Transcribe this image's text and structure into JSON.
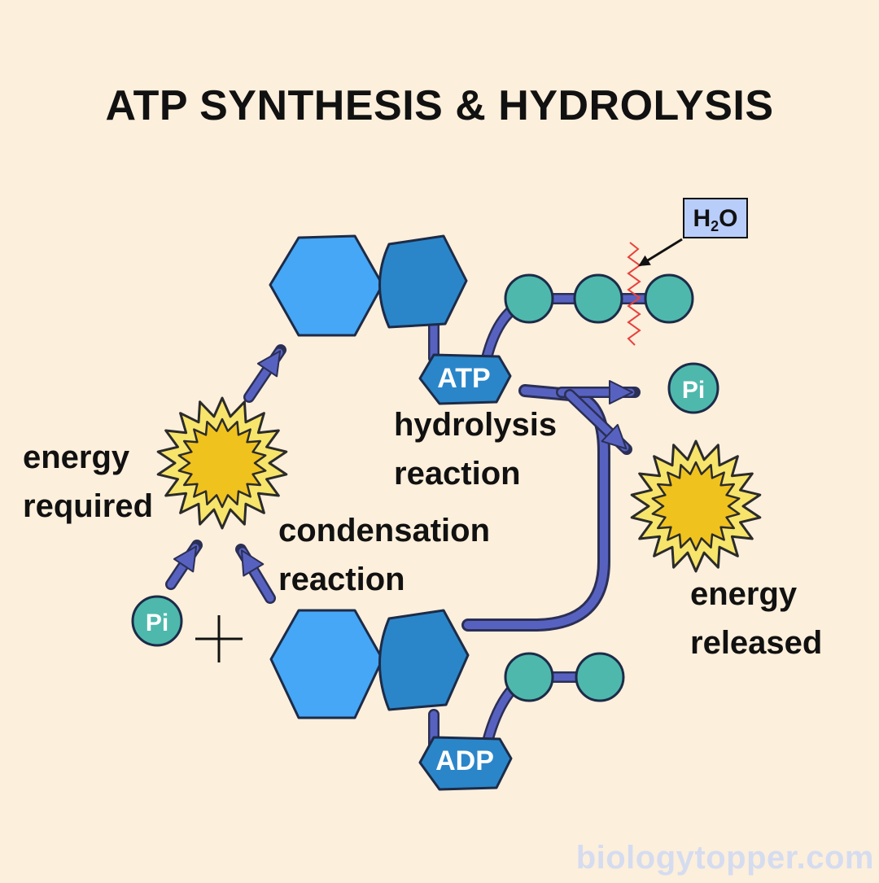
{
  "title": "ATP SYNTHESIS & HYDROLYSIS",
  "molecules": {
    "atp": "ATP",
    "adp": "ADP",
    "pi_right": "Pi",
    "pi_left": "Pi",
    "water": {
      "symbol_h": "H",
      "subscript": "2",
      "symbol_o": "O"
    }
  },
  "labels": {
    "hydrolysis": [
      "hydrolysis",
      "reaction"
    ],
    "condensation": [
      "condensation",
      "reaction"
    ],
    "energy_required": [
      "energy",
      "required"
    ],
    "energy_released": [
      "energy",
      "released"
    ],
    "plus": "+"
  },
  "watermark": "biologytopper.com",
  "colors": {
    "background": "#fcefdc",
    "adenine": "#45a7f5",
    "ribose": "#2a86c9",
    "phosphate": "#4eb8ac",
    "bond": "#5762c0",
    "burst_outer": "#f7e46b",
    "burst_inner": "#f0c21e",
    "cut_line": "#e8423c",
    "water_box": "#b8cdfa"
  }
}
